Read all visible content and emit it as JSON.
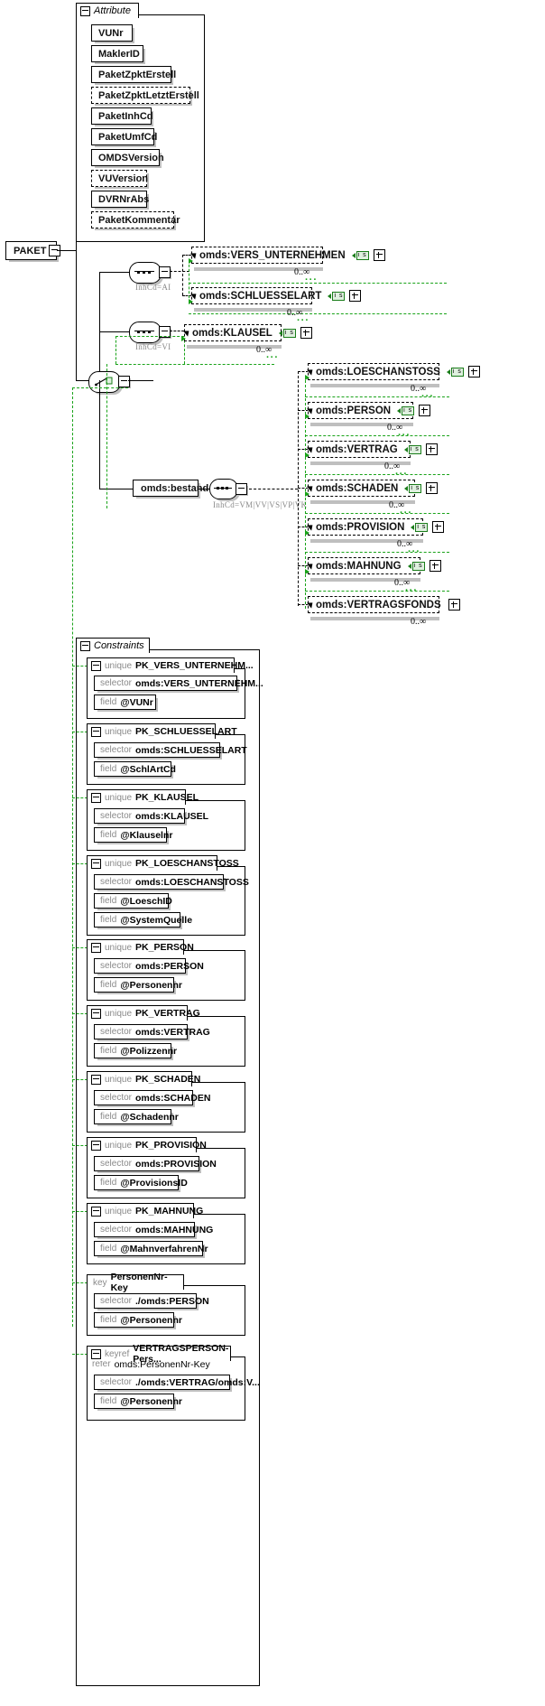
{
  "diagram": {
    "kind": "xsd-schema-diagram",
    "root_element": "PAKET",
    "colors": {
      "line": "#000000",
      "reference_green": "#19a319",
      "badge_bg": "#dff0df",
      "shadow": "#bfbfbf",
      "keyword_grey": "#8a8a8a"
    }
  },
  "attribute_group": {
    "title": "Attribute",
    "toggle": "minus-toggle",
    "items": [
      {
        "name": "VUNr",
        "optional": false
      },
      {
        "name": "MaklerID",
        "optional": false
      },
      {
        "name": "PaketZpktErstell",
        "optional": false
      },
      {
        "name": "PaketZpktLetztErstell",
        "optional": true
      },
      {
        "name": "PaketInhCd",
        "optional": false
      },
      {
        "name": "PaketUmfCd",
        "optional": false
      },
      {
        "name": "OMDSVersion",
        "optional": false
      },
      {
        "name": "VUVersion",
        "optional": true
      },
      {
        "name": "DVRNrAbs",
        "optional": false
      },
      {
        "name": "PaketKommentar",
        "optional": true
      }
    ]
  },
  "content_model": {
    "groups": [
      {
        "symbol": "sequence",
        "annotation": "InhCd=AI",
        "elements": [
          {
            "name": "omds:VERS_UNTERNEHMEN",
            "badge": "i s",
            "expand": "+",
            "cardinality": "0..∞"
          },
          {
            "name": "omds:SCHLUESSELART",
            "badge": "i s",
            "expand": "+",
            "cardinality": "0..∞"
          }
        ]
      },
      {
        "symbol": "sequence",
        "annotation": "InhCd=VI",
        "elements": [
          {
            "name": "omds:KLAUSEL",
            "badge": "i s",
            "expand": "+",
            "cardinality": "0..∞"
          }
        ]
      },
      {
        "symbol": "choice",
        "annotation": "",
        "elements": []
      }
    ],
    "bestand": {
      "name": "omds:bestand",
      "symbol": "sequence",
      "annotation": "InhCd=VM|VV|VS|VP|VK",
      "elements": [
        {
          "name": "omds:LOESCHANSTOSS",
          "badge": "i s",
          "expand": "+",
          "cardinality": "0..∞"
        },
        {
          "name": "omds:PERSON",
          "badge": "i s",
          "expand": "+",
          "cardinality": "0..∞"
        },
        {
          "name": "omds:VERTRAG",
          "badge": "i s",
          "expand": "+",
          "cardinality": "0..∞"
        },
        {
          "name": "omds:SCHADEN",
          "badge": "i s",
          "expand": "+",
          "cardinality": "0..∞"
        },
        {
          "name": "omds:PROVISION",
          "badge": "i s",
          "expand": "+",
          "cardinality": "0..∞"
        },
        {
          "name": "omds:MAHNUNG",
          "badge": "i s",
          "expand": "+",
          "cardinality": "0..∞"
        },
        {
          "name": "omds:VERTRAGSFONDS",
          "badge": "",
          "expand": "+",
          "cardinality": "0..∞"
        }
      ]
    }
  },
  "constraints": {
    "title": "Constraints",
    "toggle": "minus-toggle",
    "items": [
      {
        "kind": "unique",
        "name": "PK_VERS_UNTERNEHM...",
        "selector_label": "selector",
        "selector": "omds:VERS_UNTERNEHM...",
        "fields": [
          {
            "label": "field",
            "value": "@VUNr"
          }
        ]
      },
      {
        "kind": "unique",
        "name": "PK_SCHLUESSELART",
        "selector_label": "selector",
        "selector": "omds:SCHLUESSELART",
        "fields": [
          {
            "label": "field",
            "value": "@SchlArtCd"
          }
        ]
      },
      {
        "kind": "unique",
        "name": "PK_KLAUSEL",
        "selector_label": "selector",
        "selector": "omds:KLAUSEL",
        "fields": [
          {
            "label": "field",
            "value": "@Klauselnr"
          }
        ]
      },
      {
        "kind": "unique",
        "name": "PK_LOESCHANSTOSS",
        "selector_label": "selector",
        "selector": "omds:LOESCHANSTOSS",
        "fields": [
          {
            "label": "field",
            "value": "@LoeschID"
          },
          {
            "label": "field",
            "value": "@SystemQuelle"
          }
        ]
      },
      {
        "kind": "unique",
        "name": "PK_PERSON",
        "selector_label": "selector",
        "selector": "omds:PERSON",
        "fields": [
          {
            "label": "field",
            "value": "@Personennr"
          }
        ]
      },
      {
        "kind": "unique",
        "name": "PK_VERTRAG",
        "selector_label": "selector",
        "selector": "omds:VERTRAG",
        "fields": [
          {
            "label": "field",
            "value": "@Polizzennr"
          }
        ]
      },
      {
        "kind": "unique",
        "name": "PK_SCHADEN",
        "selector_label": "selector",
        "selector": "omds:SCHADEN",
        "fields": [
          {
            "label": "field",
            "value": "@Schadennr"
          }
        ]
      },
      {
        "kind": "unique",
        "name": "PK_PROVISION",
        "selector_label": "selector",
        "selector": "omds:PROVISION",
        "fields": [
          {
            "label": "field",
            "value": "@ProvisionsID"
          }
        ]
      },
      {
        "kind": "unique",
        "name": "PK_MAHNUNG",
        "selector_label": "selector",
        "selector": "omds:MAHNUNG",
        "fields": [
          {
            "label": "field",
            "value": "@MahnverfahrenNr"
          }
        ]
      },
      {
        "kind": "key",
        "name": "PersonenNr-Key",
        "selector_label": "selector",
        "selector": "./omds:PERSON",
        "fields": [
          {
            "label": "field",
            "value": "@Personennr"
          }
        ]
      },
      {
        "kind": "keyref",
        "name": "VERTRAGSPERSON-Pers...",
        "refer_label": "refer",
        "refer": "omds:PersonenNr-Key",
        "selector_label": "selector",
        "selector": "./omds:VERTRAG/omds:V...",
        "fields": [
          {
            "label": "field",
            "value": "@Personennr"
          }
        ]
      }
    ]
  }
}
